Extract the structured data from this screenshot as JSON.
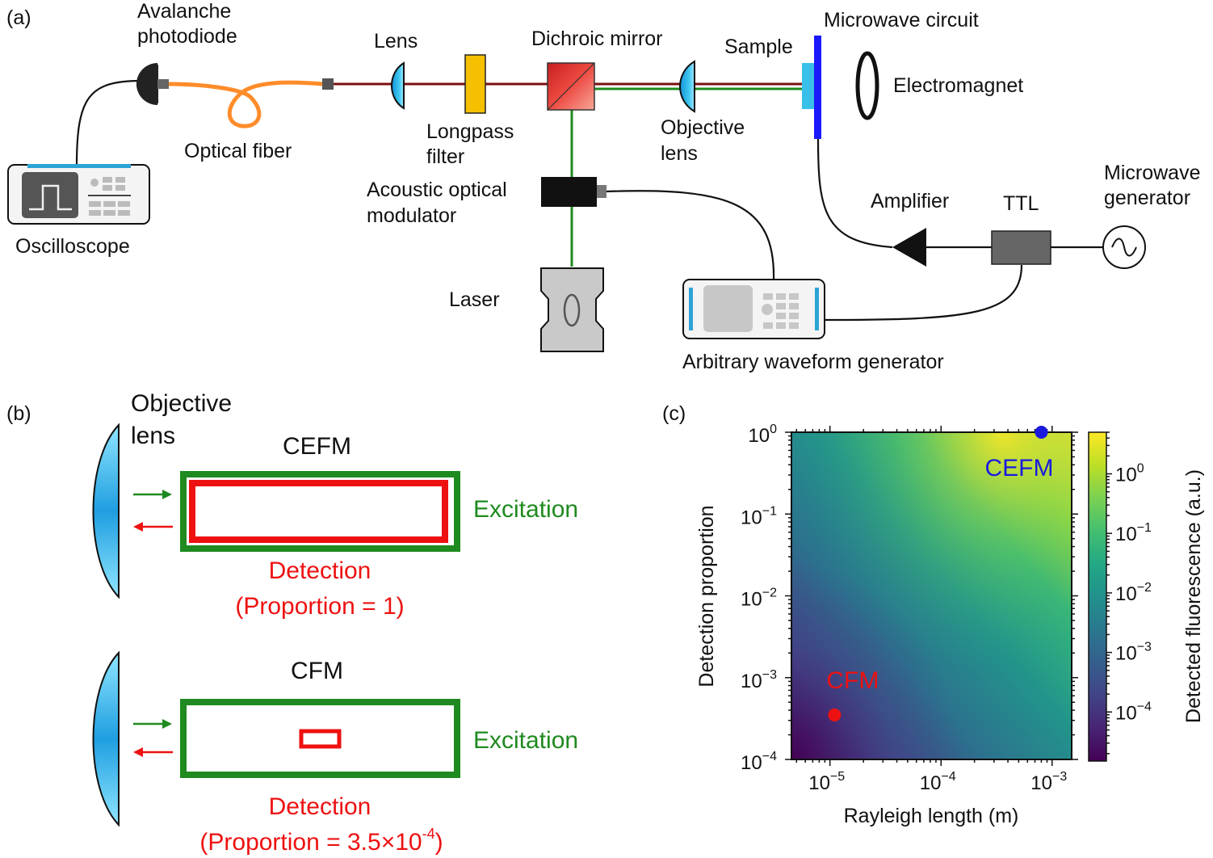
{
  "panel_a": {
    "tag": "(a)",
    "components": {
      "apd": [
        "Avalanche",
        "photodiode"
      ],
      "lens": "Lens",
      "dichroic": "Dichroic mirror",
      "sample": "Sample",
      "mw_circuit": "Microwave circuit",
      "electromagnet": "Electromagnet",
      "fiber": "Optical fiber",
      "longpass": [
        "Longpass",
        "filter"
      ],
      "objective": [
        "Objective",
        "lens"
      ],
      "aom": [
        "Acoustic optical",
        "modulator"
      ],
      "oscilloscope": "Oscilloscope",
      "laser": "Laser",
      "amplifier": "Amplifier",
      "ttl": "TTL",
      "mw_gen": [
        "Microwave",
        "generator"
      ],
      "awg": "Arbitrary waveform generator"
    },
    "colors": {
      "fiber": "#ff8c2a",
      "detection_beam": "#7b1010",
      "excitation_beam": "#1f8a1f",
      "lens": "#2fa8e8",
      "filter": "#f5c000",
      "mirror": "#e8433a",
      "mw_circuit": "#1a1aff",
      "sample": "#38c0ea"
    }
  },
  "panel_b": {
    "tag": "(b)",
    "objective_label": [
      "Objective",
      "lens"
    ],
    "cefm": {
      "title": "CEFM",
      "excitation": "Excitation",
      "detection": "Detection",
      "proportion": "(Proportion = 1)"
    },
    "cfm": {
      "title": "CFM",
      "excitation": "Excitation",
      "detection": "Detection",
      "proportion_pre": "(Proportion = 3.5×10",
      "proportion_exp": "-4",
      "proportion_post": ")"
    },
    "colors": {
      "excitation": "#1f8a1f",
      "detection": "#ee1111"
    }
  },
  "panel_c": {
    "tag": "(c)"
  },
  "chart_data": {
    "type": "heatmap",
    "xlabel": "Rayleigh length (m)",
    "ylabel": "Detection proportion",
    "colorbar_label": "Detected fluorescence (a.u.)",
    "x_scale": "log",
    "y_scale": "log",
    "xlim": [
      4.5e-06,
      0.0015
    ],
    "ylim": [
      0.0001,
      1
    ],
    "x_ticks": [
      {
        "value": 1e-05,
        "mant": "10",
        "exp": "−5"
      },
      {
        "value": 0.0001,
        "mant": "10",
        "exp": "−4"
      },
      {
        "value": 0.001,
        "mant": "10",
        "exp": "−3"
      }
    ],
    "y_ticks": [
      {
        "value": 1,
        "mant": "10",
        "exp": "0"
      },
      {
        "value": 0.1,
        "mant": "10",
        "exp": "−1"
      },
      {
        "value": 0.01,
        "mant": "10",
        "exp": "−2"
      },
      {
        "value": 0.001,
        "mant": "10",
        "exp": "−3"
      },
      {
        "value": 0.0001,
        "mant": "10",
        "exp": "−4"
      }
    ],
    "colorbar_range": [
      1.5e-05,
      5
    ],
    "colorbar_ticks": [
      {
        "value": 1,
        "mant": "10",
        "exp": "0"
      },
      {
        "value": 0.1,
        "mant": "10",
        "exp": "−1"
      },
      {
        "value": 0.01,
        "mant": "10",
        "exp": "−2"
      },
      {
        "value": 0.001,
        "mant": "10",
        "exp": "−3"
      },
      {
        "value": 0.0001,
        "mant": "10",
        "exp": "−4"
      }
    ],
    "colormap": "viridis",
    "points": [
      {
        "name": "CEFM",
        "x": 0.0008,
        "y": 1,
        "color": "#1a1adf"
      },
      {
        "name": "CFM",
        "x": 1.1e-05,
        "y": 0.00035,
        "color": "#ee1111"
      }
    ]
  }
}
